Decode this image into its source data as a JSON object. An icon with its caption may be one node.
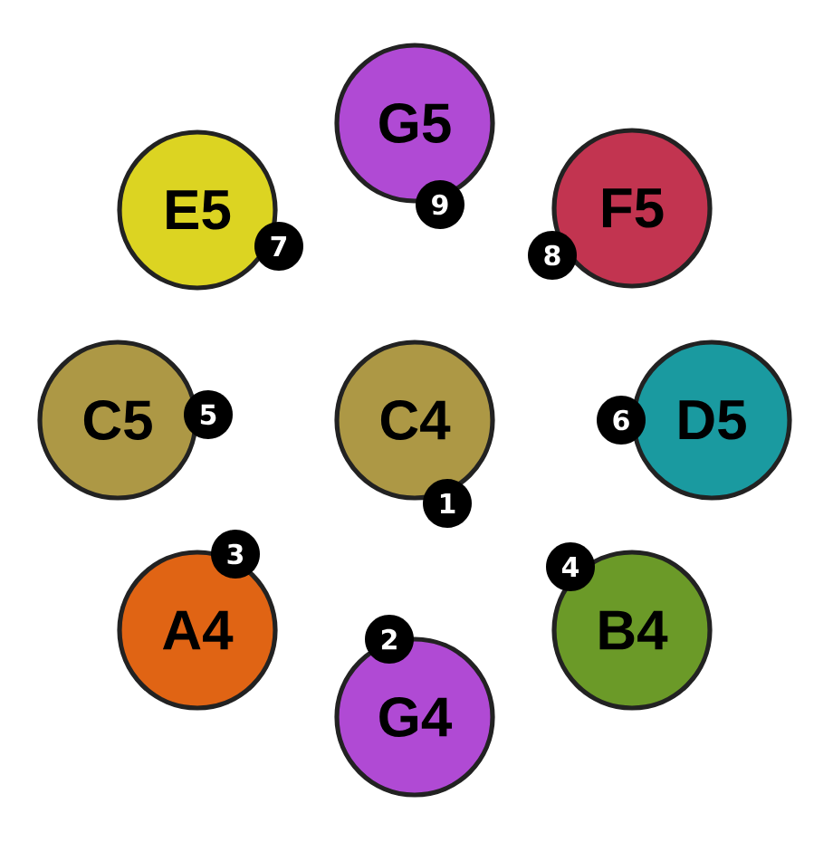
{
  "diagram": {
    "nodes": [
      {
        "text": [
          "G5"
        ],
        "beside": [
          "9"
        ]
      },
      {
        "text": [
          "E5"
        ],
        "beside": [
          "7"
        ]
      },
      {
        "text": [
          "F5"
        ],
        "beside": [
          "8"
        ]
      },
      {
        "text": [
          "C5"
        ],
        "beside": [
          "5"
        ]
      },
      {
        "text": [
          "C4"
        ],
        "beside": [
          "1"
        ]
      },
      {
        "text": [
          "D5"
        ],
        "beside": [
          "6"
        ]
      },
      {
        "text": [
          "A4"
        ],
        "beside": [
          "3"
        ]
      },
      {
        "text": [
          "B4"
        ],
        "beside": [
          "4"
        ]
      },
      {
        "text": [
          "G4"
        ],
        "beside": [
          "2"
        ]
      }
    ]
  }
}
